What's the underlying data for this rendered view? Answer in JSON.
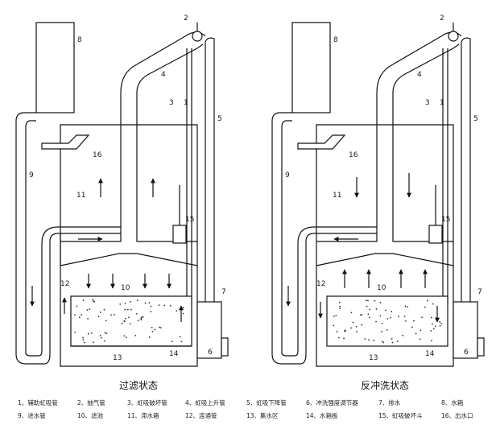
{
  "captions": {
    "left": "过滤状态",
    "right": "反冲洗状态"
  },
  "labels": {
    "n1": "1",
    "n2": "2",
    "n3": "3",
    "n4": "4",
    "n5": "5",
    "n6": "6",
    "n7": "7",
    "n8": "8",
    "n9": "9",
    "n10": "10",
    "n11": "11",
    "n12": "12",
    "n13": "13",
    "n14": "14",
    "n15": "15",
    "n16": "16"
  },
  "legend": [
    "1、辅助虹吸管",
    "2、抽气管",
    "3、虹吸破坏管",
    "4、虹吸上升管",
    "5、虹吸下降管",
    "6、冲洗强度调节器",
    "7、排水",
    "8、水箱",
    "9、进水管",
    "10、滤池",
    "11、滞水箱",
    "12、连通管",
    "13、集水区",
    "14、水箱板",
    "15、虹吸破坏斗",
    "16、出水口"
  ]
}
